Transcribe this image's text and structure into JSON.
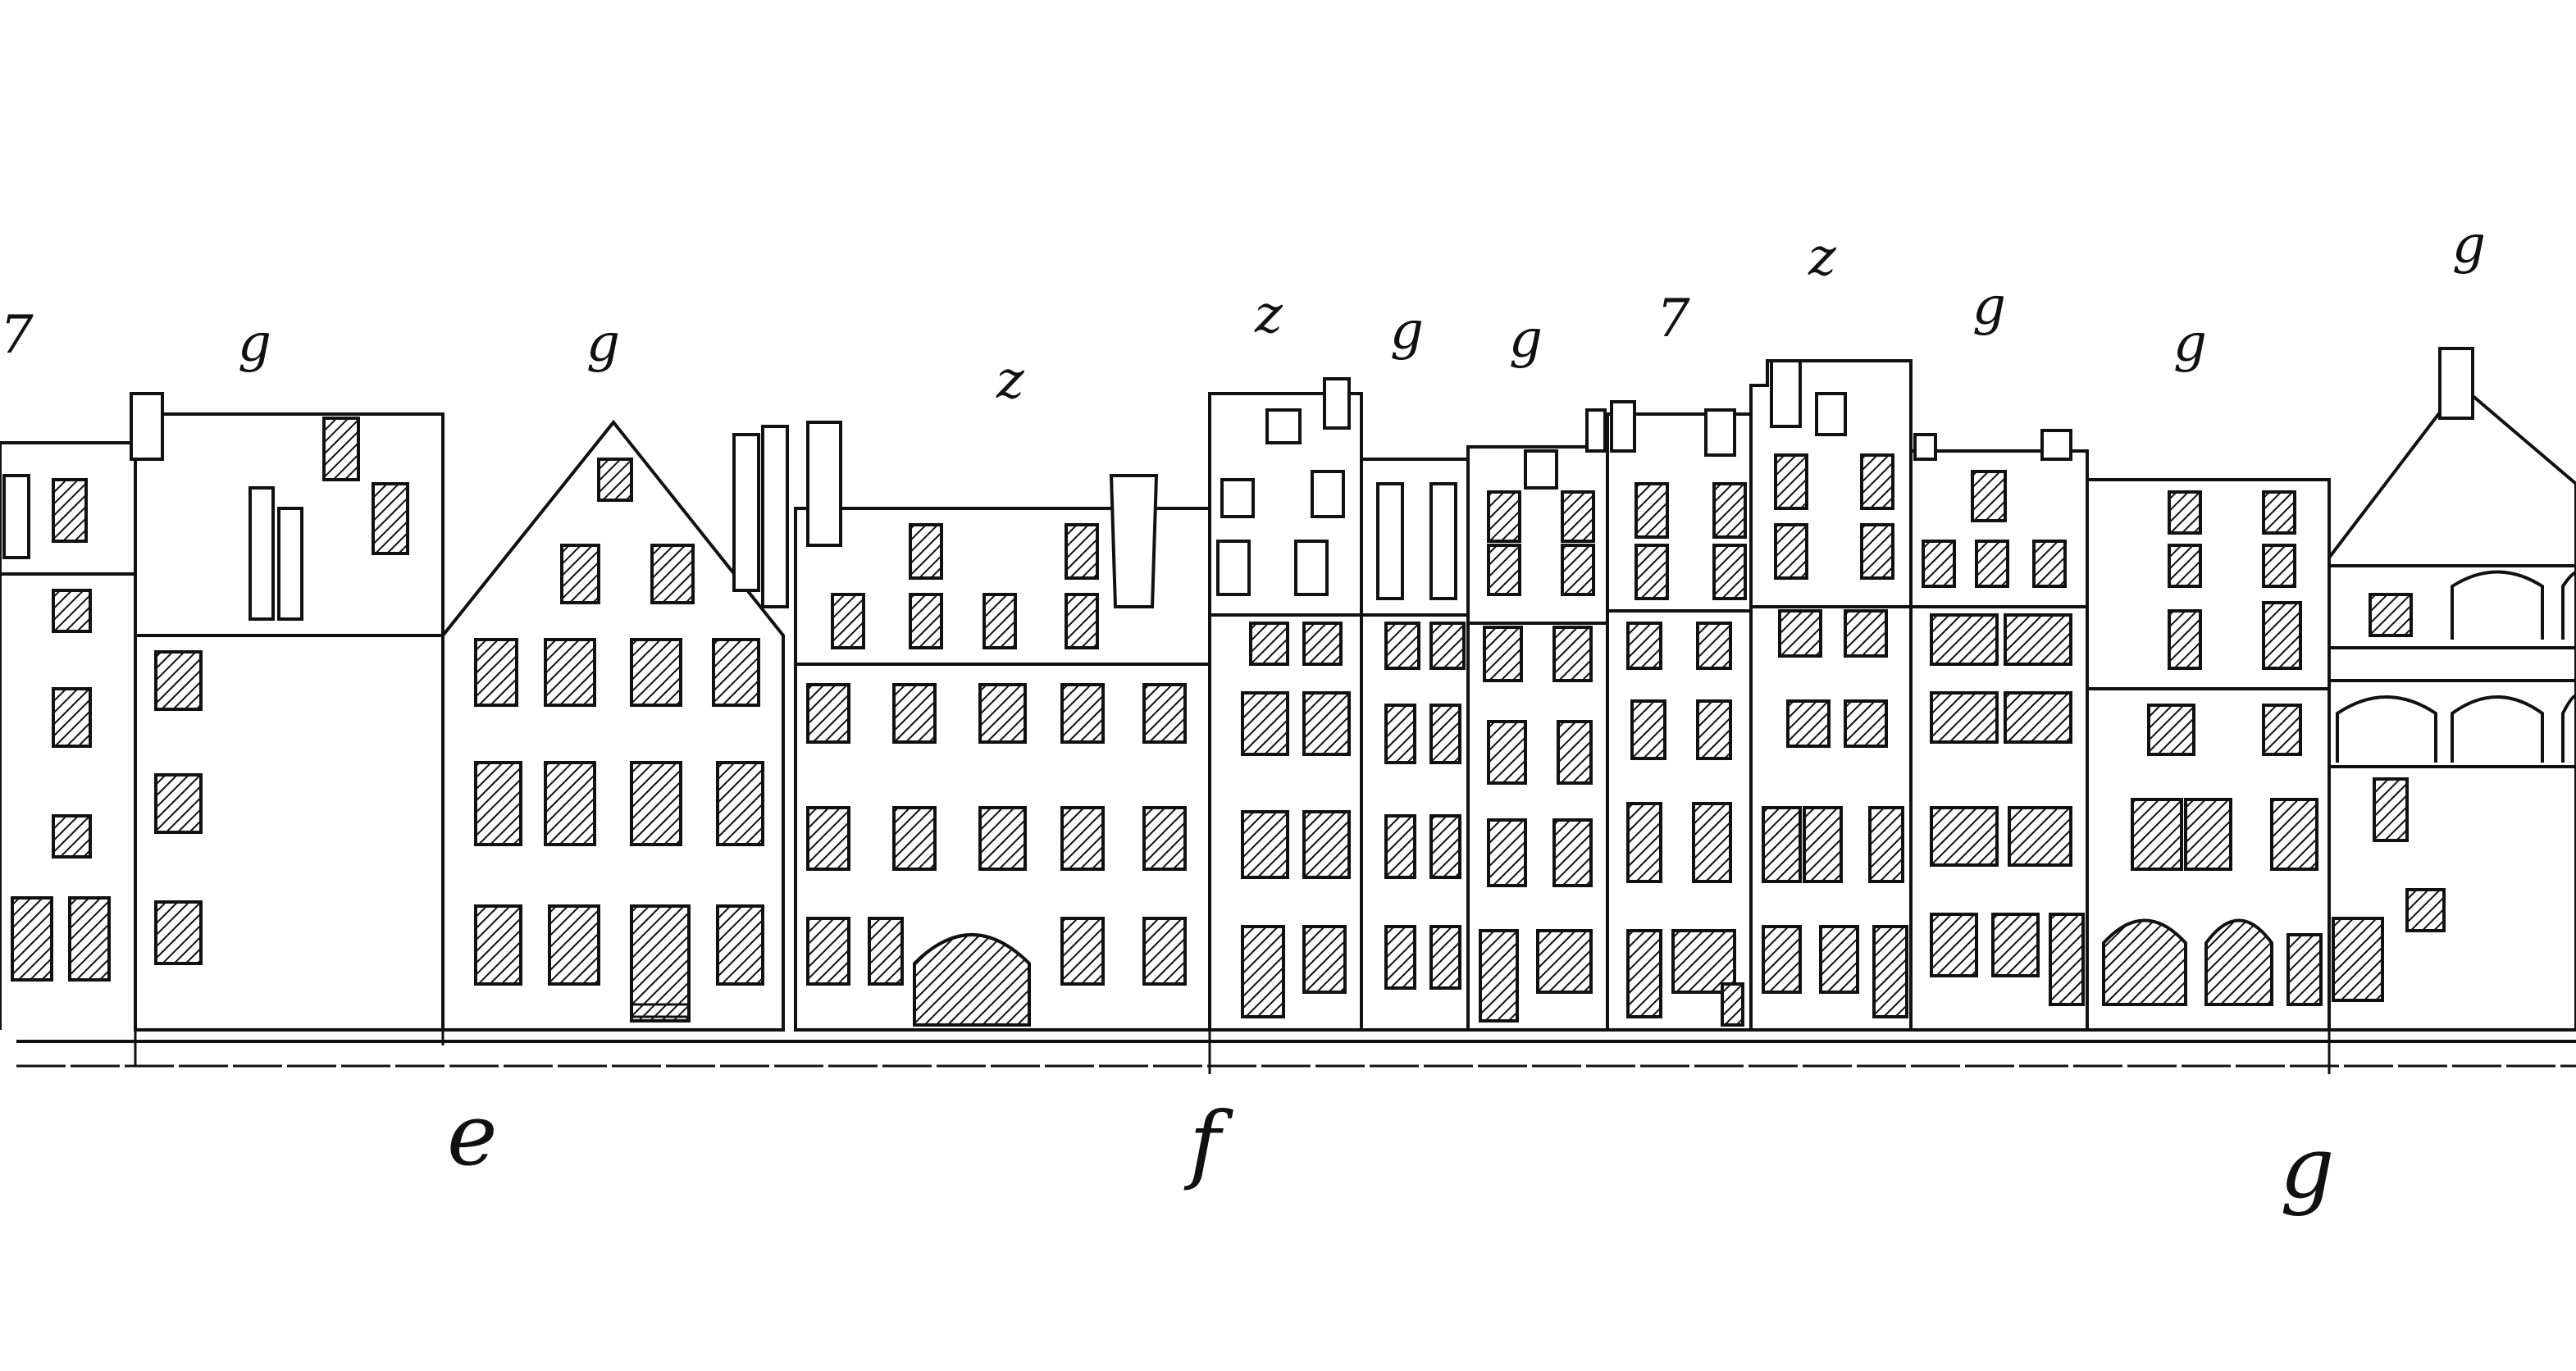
{
  "labels": {
    "top": [
      "7",
      "g",
      "g",
      "z",
      "z",
      "g",
      "g",
      "7",
      "z",
      "g",
      "g",
      "g"
    ],
    "bottom": [
      "e",
      "f",
      "g"
    ]
  },
  "colors": {
    "ink": "#111111",
    "paper": "#ffffff"
  }
}
